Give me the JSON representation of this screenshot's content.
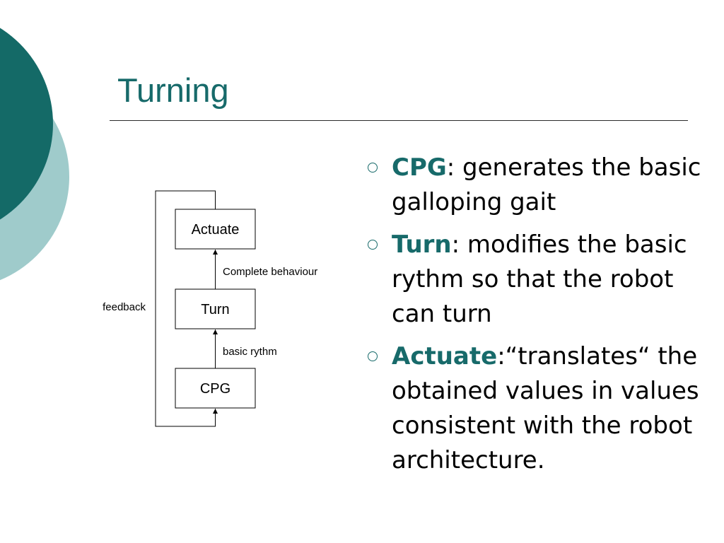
{
  "slide": {
    "title": "Turning",
    "accent_color": "#176a6a",
    "accent_light_color": "#9fcbcb"
  },
  "diagram": {
    "nodes": {
      "actuate": "Actuate",
      "turn": "Turn",
      "cpg": "CPG"
    },
    "edges": {
      "turn_to_actuate": "Complete behaviour",
      "cpg_to_turn": "basic rythm",
      "feedback": "feedback"
    }
  },
  "bullets": [
    {
      "term": "CPG",
      "text": ": generates the basic galloping gait"
    },
    {
      "term": "Turn",
      "text": ": modifies the basic rythm so that the robot can turn"
    },
    {
      "term": "Actuate",
      "text": ":“translates“ the obtained values in values consistent with the robot architecture."
    }
  ]
}
